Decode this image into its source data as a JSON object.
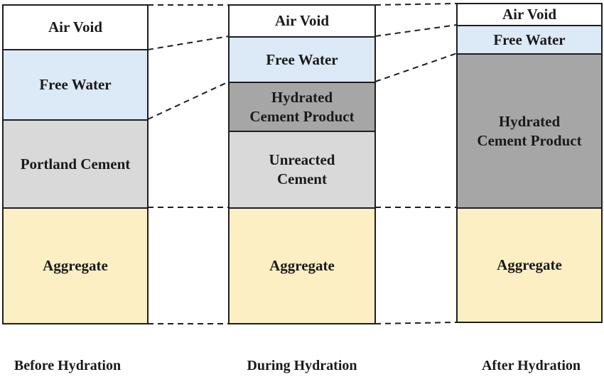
{
  "colors": {
    "air_void": "#ffffff",
    "free_water": "#dce9f6",
    "portland_cement": "#d9d9d9",
    "hydrated_cement_product": "#a6a6a6",
    "unreacted_cement": "#d9d9d9",
    "aggregate": "#fcefc4",
    "outline": "#1e1e1e"
  },
  "columns": {
    "before": {
      "caption": "Before Hydration",
      "air_void": "Air Void",
      "free_water": "Free Water",
      "portland_cement": "Portland Cement",
      "aggregate": "Aggregate"
    },
    "during": {
      "caption": "During Hydration",
      "air_void": "Air Void",
      "free_water": "Free Water",
      "hydrated_line1": "Hydrated",
      "hydrated_line2": "Cement Product",
      "unreacted_line1": "Unreacted",
      "unreacted_line2": "Cement",
      "aggregate": "Aggregate"
    },
    "after": {
      "caption": "After Hydration",
      "air_void": "Air Void",
      "free_water": "Free Water",
      "hydrated_line1": "Hydrated",
      "hydrated_line2": "Cement Product",
      "aggregate": "Aggregate"
    }
  }
}
